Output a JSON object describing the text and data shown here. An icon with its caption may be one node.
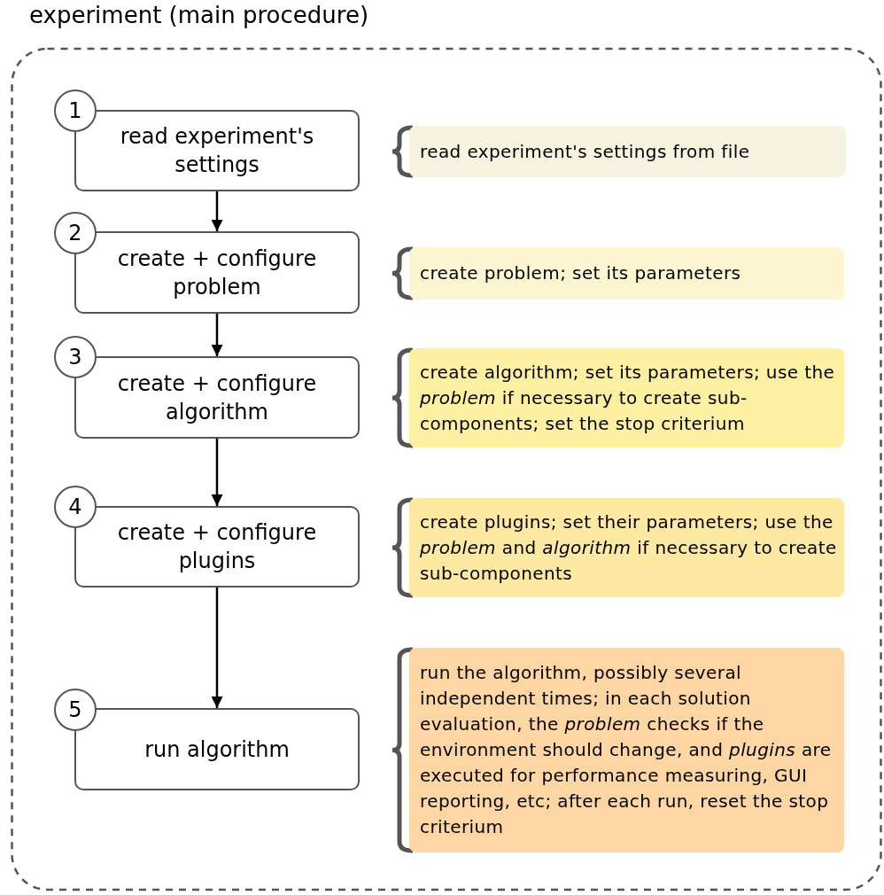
{
  "diagram": {
    "nodes": [
      {
        "text": [
          "experiment (main procedure)"
        ]
      },
      {
        "text": [
          "1"
        ],
        "in": 0
      },
      {
        "text": [
          "read experiment's settings"
        ],
        "in": 0
      },
      {
        "text": [
          "read experiment's settings from file"
        ],
        "in": 0
      },
      {
        "text": [
          "2"
        ],
        "in": 0
      },
      {
        "text": [
          "create + configure problem"
        ],
        "in": 0
      },
      {
        "text": [
          "create problem; set its parameters"
        ],
        "in": 0
      },
      {
        "text": [
          "3"
        ],
        "in": 0
      },
      {
        "text": [
          "create + configure algorithm"
        ],
        "in": 0
      },
      {
        "text": [
          "create algorithm; set its parameters; use the *problem* if necessary to create sub-components; set the stop criterium"
        ],
        "in": 0
      },
      {
        "text": [
          "4"
        ],
        "in": 0
      },
      {
        "text": [
          "create + configure plugins"
        ],
        "in": 0
      },
      {
        "text": [
          "create plugins; set their parameters; use the *problem* and *algorithm* if necessary to create sub-components"
        ],
        "in": 0
      },
      {
        "text": [
          "5"
        ],
        "in": 0
      },
      {
        "text": [
          "run algorithm"
        ],
        "in": 0
      },
      {
        "text": [
          "run the algorithm, possibly several independent times; in each solution evaluation, the *problem* checks if the environment should change, and *plugins* are executed for performance measuring, GUI reporting, etc; after each run, reset the stop criterium"
        ],
        "in": 0
      }
    ],
    "edges": [
      {
        "from": 2,
        "to": 5,
        "arrow": "to"
      },
      {
        "from": 5,
        "to": 8,
        "arrow": "to"
      },
      {
        "from": 8,
        "to": 11,
        "arrow": "to"
      },
      {
        "from": 11,
        "to": 14,
        "arrow": "to"
      }
    ]
  }
}
